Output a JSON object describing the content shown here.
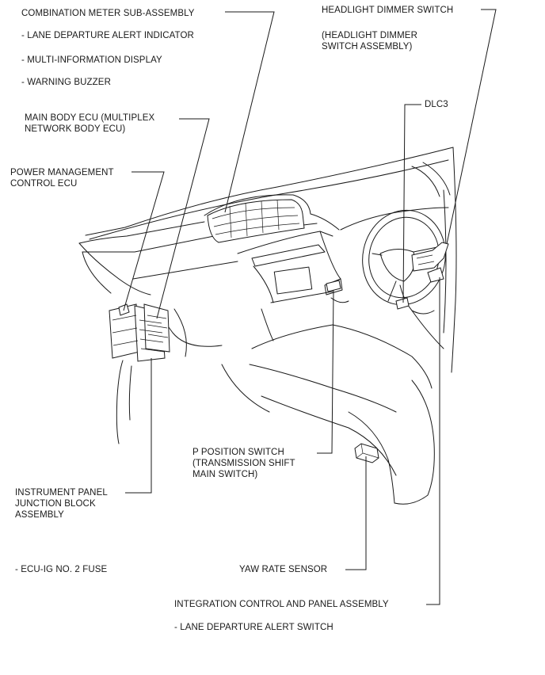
{
  "labels": {
    "combination_meter": "COMBINATION METER SUB-ASSEMBLY",
    "lane_departure_indicator": "- LANE DEPARTURE ALERT INDICATOR",
    "multi_info_display": "- MULTI-INFORMATION DISPLAY",
    "warning_buzzer": "- WARNING BUZZER",
    "main_body_ecu": "MAIN BODY ECU (MULTIPLEX\nNETWORK BODY ECU)",
    "power_management_ecu": "POWER MANAGEMENT\nCONTROL ECU",
    "headlight_dimmer_switch": "HEADLIGHT DIMMER SWITCH",
    "headlight_dimmer_assembly": "(HEADLIGHT DIMMER\nSWITCH ASSEMBLY)",
    "dlc3": "DLC3",
    "p_position_switch": "P POSITION SWITCH\n(TRANSMISSION SHIFT\nMAIN SWITCH)",
    "instrument_panel_jb": "INSTRUMENT PANEL\nJUNCTION BLOCK\nASSEMBLY",
    "ecu_ig_fuse": "- ECU-IG NO. 2 FUSE",
    "yaw_rate_sensor": "YAW RATE SENSOR",
    "integration_control_panel": "INTEGRATION CONTROL AND PANEL ASSEMBLY",
    "lane_departure_switch": "- LANE DEPARTURE ALERT SWITCH"
  },
  "colors": {
    "line": "#1a1a1a",
    "background": "#ffffff"
  }
}
